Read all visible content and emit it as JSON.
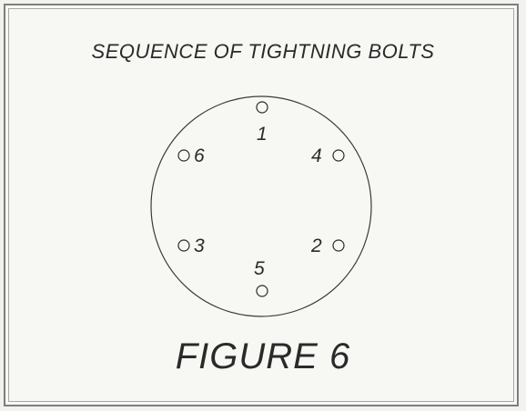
{
  "title": "SEQUENCE OF TIGHTNING BOLTS",
  "figure_label": "FIGURE 6",
  "bolts": [
    {
      "number": "1"
    },
    {
      "number": "2"
    },
    {
      "number": "3"
    },
    {
      "number": "4"
    },
    {
      "number": "5"
    },
    {
      "number": "6"
    }
  ],
  "colors": {
    "ink": "#2a2a2a",
    "paper": "#f7f7f4",
    "frame": "#7e7e7e"
  }
}
